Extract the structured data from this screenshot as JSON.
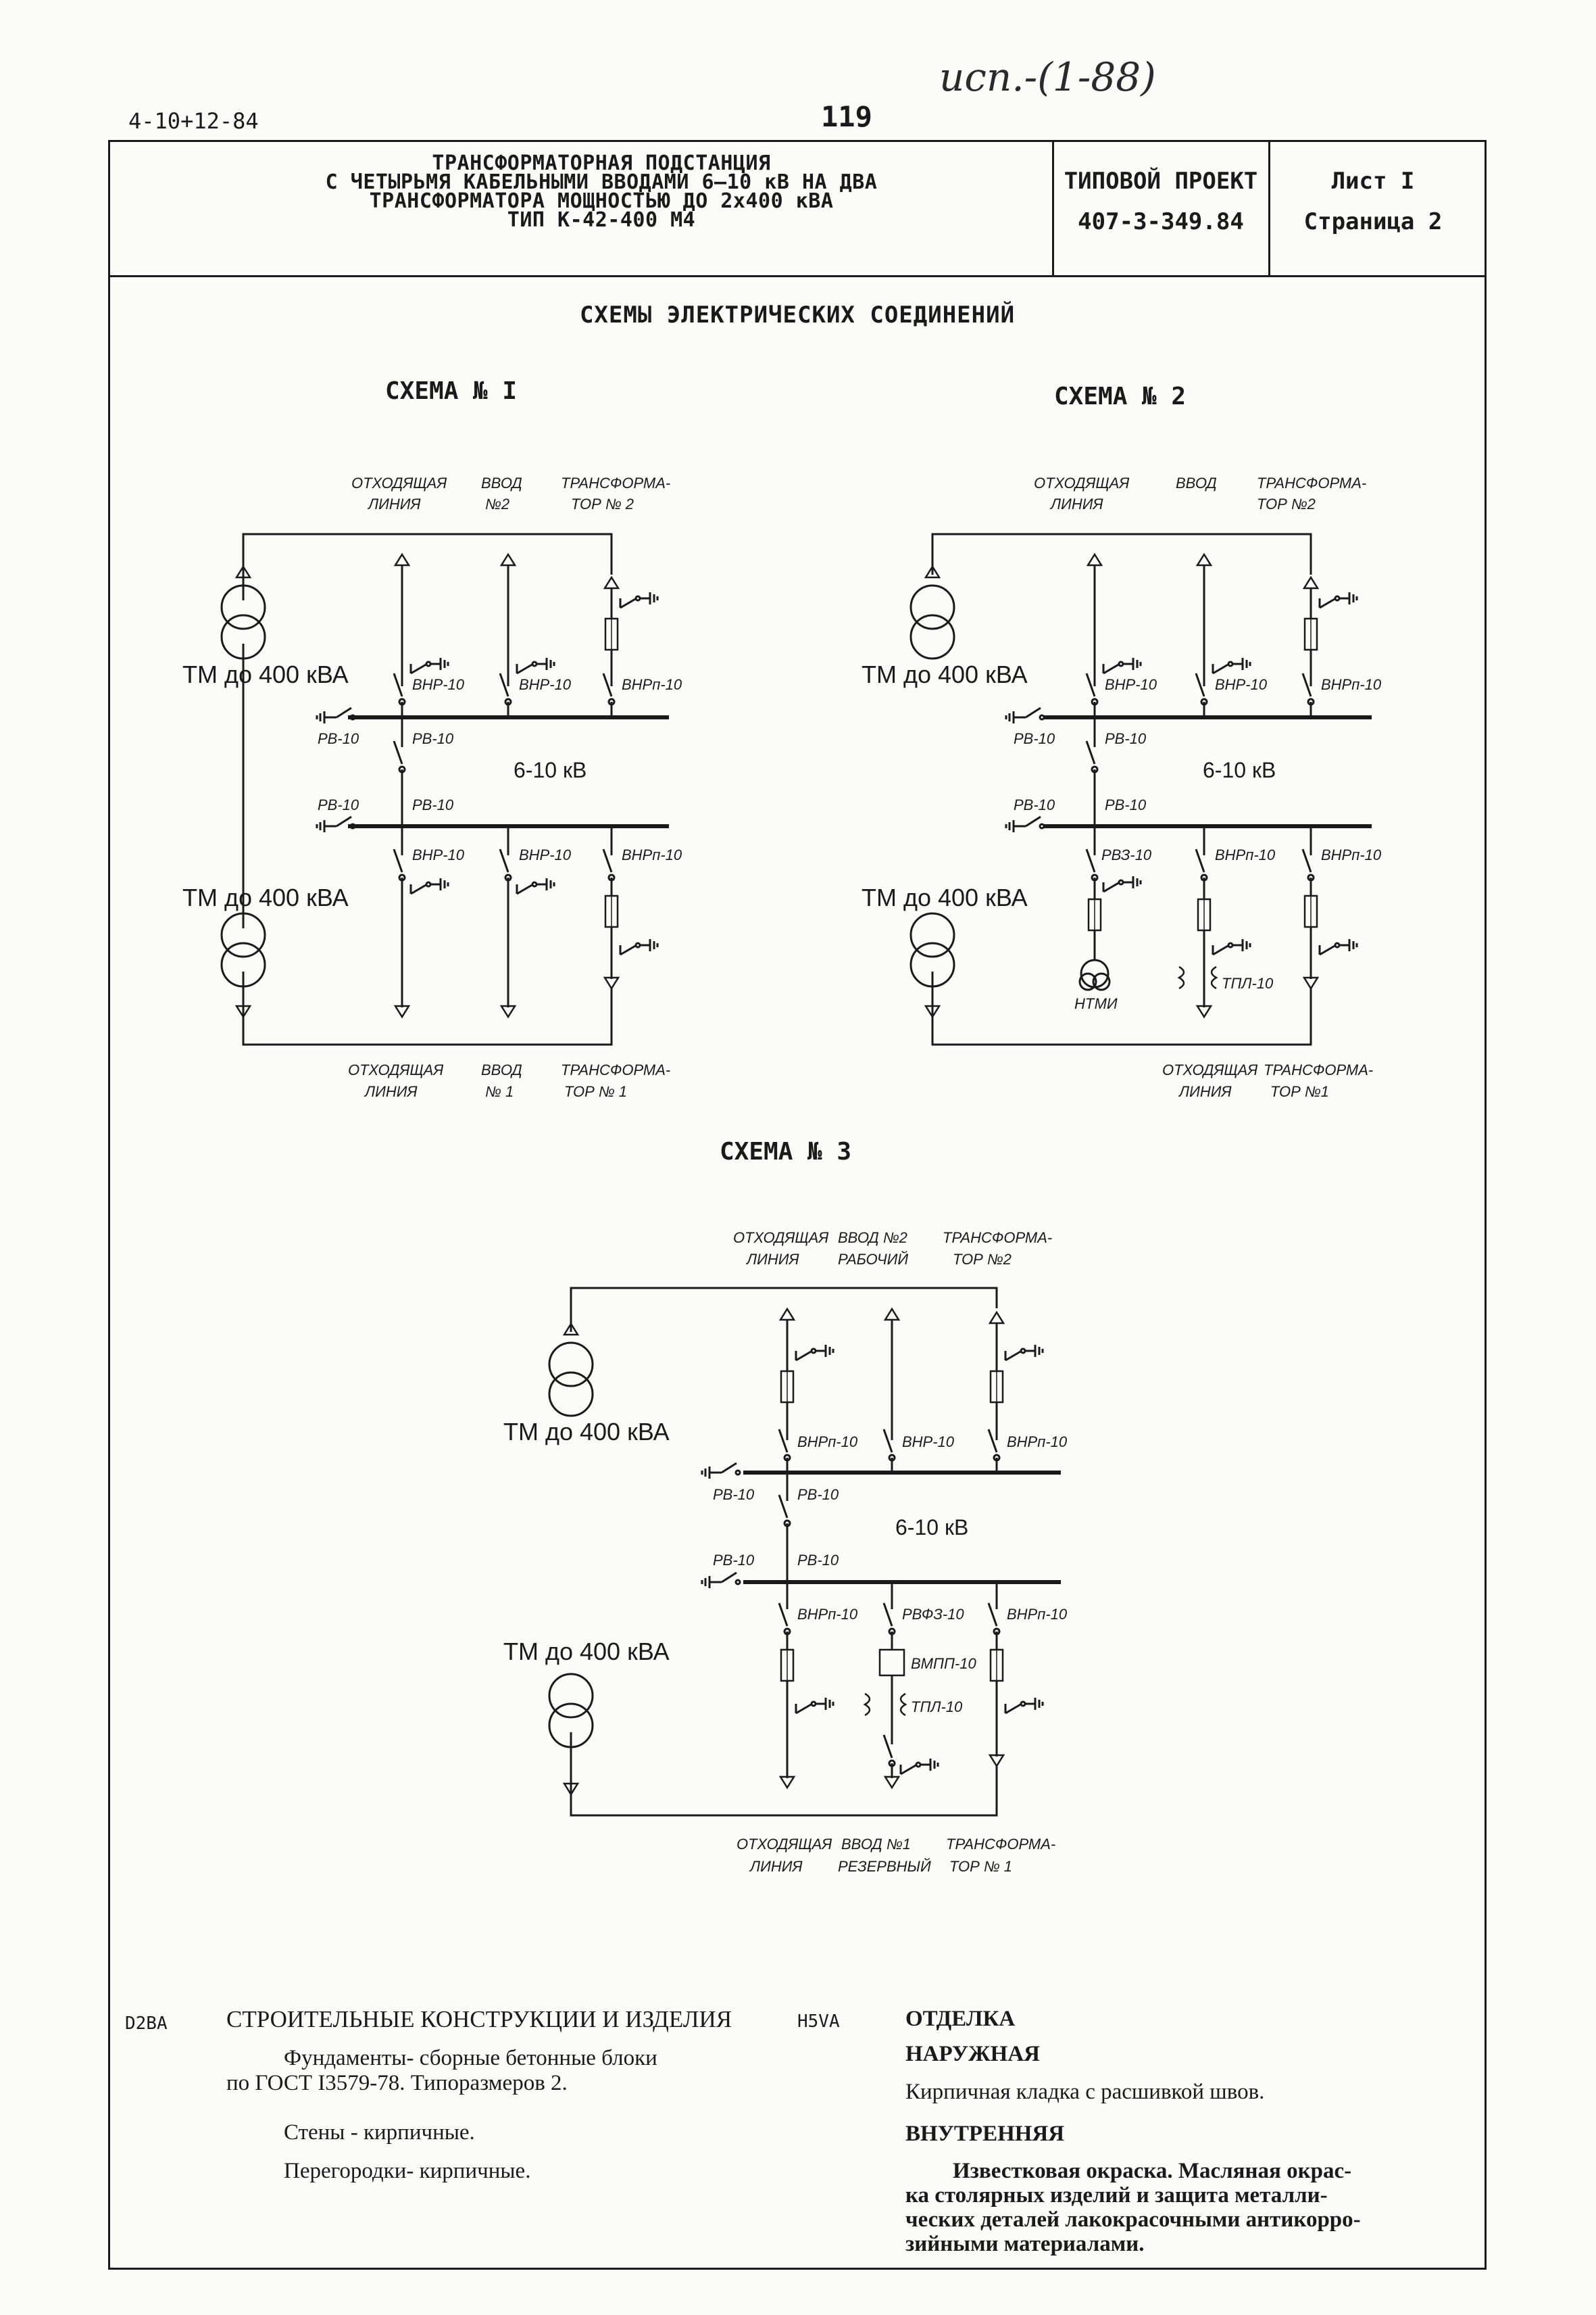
{
  "doc_code": "4-10+12-84",
  "page_number": "119",
  "handwritten_note": "исп.-(1-88)",
  "header": {
    "title_lines": [
      "ТРАНСФОРМАТОРНАЯ ПОДСТАНЦИЯ",
      "С ЧЕТЫРЬМЯ КАБЕЛЬНЫМИ ВВОДАМИ 6–10 кВ НА ДВА",
      "ТРАНСФОРМАТОРА МОЩНОСТЬЮ ДО 2х400 кВА",
      "ТИП К-42-400 М4"
    ],
    "project_label": "ТИПОВОЙ ПРОЕКТ",
    "project_number": "407-3-349.84",
    "sheet": "Лист I",
    "page": "Страница 2"
  },
  "section_title": "СХЕМЫ ЭЛЕКТРИЧЕСКИХ СОЕДИНЕНИЙ",
  "schemes": {
    "s1": {
      "title": "СХЕМА № I",
      "top_labels": {
        "line_a": "ОТХОДЯЩАЯ",
        "line_b": "ЛИНИЯ",
        "input_a": "ВВОД",
        "input_b": "№2",
        "tr_a": "ТРАНСФОРМА-",
        "tr_b": "ТОР № 2"
      },
      "bottom_labels": {
        "line_a": "ОТХОДЯЩАЯ",
        "line_b": "ЛИНИЯ",
        "input_a": "ВВОД",
        "input_b": "№ 1",
        "tr_a": "ТРАНСФОРМА-",
        "tr_b": "ТОР № 1"
      },
      "tm_top": "ТМ до 400 кВА",
      "tm_bottom": "ТМ до 400 кВА",
      "voltage": "6-10 кВ",
      "eq": {
        "vnr": "ВНР-10",
        "vnrp": "ВНРп-10",
        "rv": "РВ-10"
      }
    },
    "s2": {
      "title": "СХЕМА № 2",
      "top_labels": {
        "line_a": "ОТХОДЯЩАЯ",
        "line_b": "ЛИНИЯ",
        "input_a": "ВВОД",
        "tr_a": "ТРАНСФОРМА-",
        "tr_b": "ТОР №2"
      },
      "bottom_labels": {
        "line_a": "ОТХОДЯЩАЯ",
        "line_b": "ЛИНИЯ",
        "tr_a": "ТРАНСФОРМА-",
        "tr_b": "ТОР №1"
      },
      "tm_top": "ТМ до 400 кВА",
      "tm_bottom": "ТМ до 400 кВА",
      "voltage": "6-10 кВ",
      "eq": {
        "vnr": "ВНР-10",
        "vnrp": "ВНРп-10",
        "rv": "РВ-10",
        "rvz": "РВЗ-10",
        "ntmi": "НТМИ",
        "tpl": "ТПЛ-10"
      }
    },
    "s3": {
      "title": "СХЕМА № 3",
      "top_labels": {
        "line_a": "ОТХОДЯЩАЯ",
        "line_b": "ЛИНИЯ",
        "input_a": "ВВОД №2",
        "input_b": "РАБОЧИЙ",
        "tr_a": "ТРАНСФОРМА-",
        "tr_b": "ТОР №2"
      },
      "bottom_labels": {
        "line_a": "ОТХОДЯЩАЯ",
        "line_b": "ЛИНИЯ",
        "input_a": "ВВОД №1",
        "input_b": "РЕЗЕРВНЫЙ",
        "tr_a": "ТРАНСФОРМА-",
        "tr_b": "ТОР № 1"
      },
      "tm_top": "ТМ до 400 кВА",
      "tm_bottom": "ТМ до 400 кВА",
      "voltage": "6-10 кВ",
      "eq": {
        "vnr": "ВНР-10",
        "vnrp": "ВНРп-10",
        "rv": "РВ-10",
        "rvfz": "РВФЗ-10",
        "vmpp": "ВМПП-10",
        "tpl": "ТПЛ-10"
      }
    }
  },
  "notes": {
    "left_code": "D2BA",
    "left_title": "СТРОИТЕЛЬНЫЕ КОНСТРУКЦИИ И ИЗДЕЛИЯ",
    "left_lines": [
      "Фундаменты- сборные бетонные блоки",
      "по ГОСТ I3579-78. Типоразмеров 2.",
      "Стены - кирпичные.",
      "Перегородки- кирпичные."
    ],
    "right_code": "H5VA",
    "right_title": "ОТДЕЛКА",
    "right_sub1": "НАРУЖНАЯ",
    "right_line1": "Кирпичная кладка с расшивкой швов.",
    "right_sub2": "ВНУТРЕННЯЯ",
    "right_lines": [
      "Известковая окраска. Масляная окрас-",
      "ка столярных изделий и защита металли-",
      "ческих деталей лакокрасочными антикорро-",
      "зийными материалами."
    ]
  }
}
